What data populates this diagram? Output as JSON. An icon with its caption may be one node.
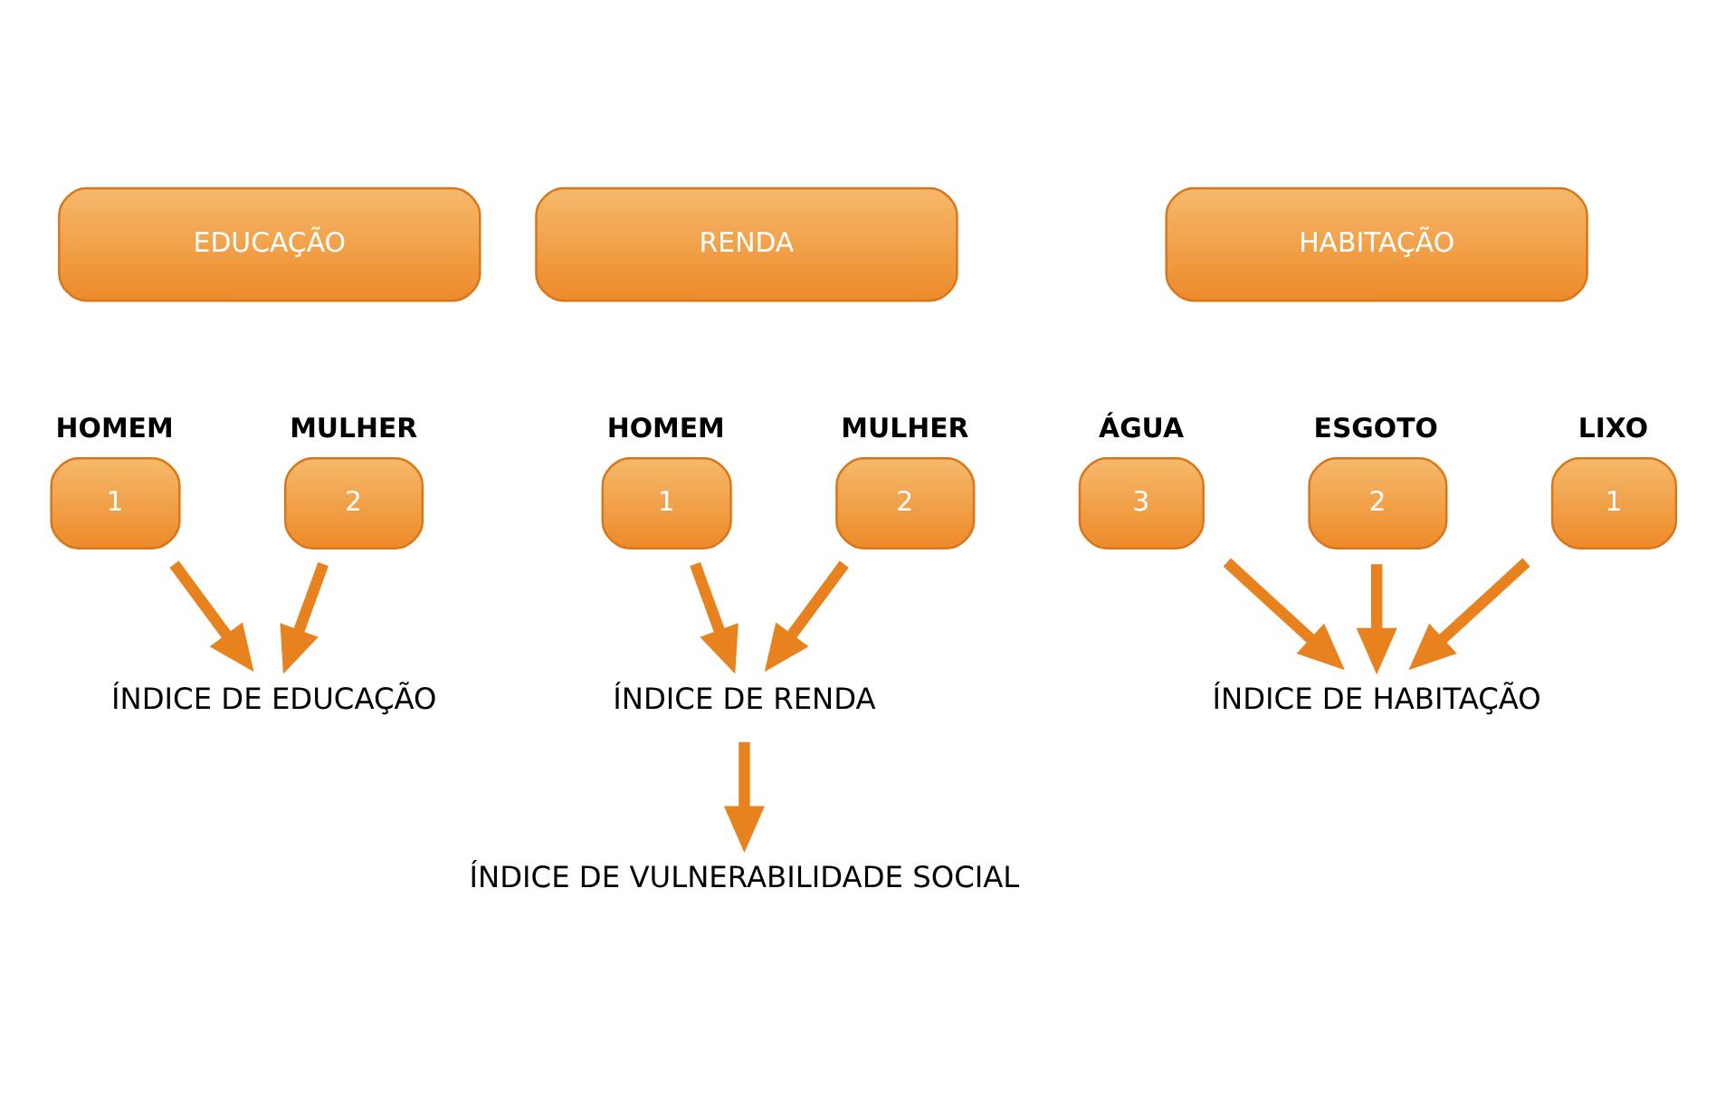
{
  "diagram": {
    "nodes": [
      {
        "text": [
          "EDUCAÇÃO"
        ]
      },
      {
        "text": [
          "RENDA"
        ]
      },
      {
        "text": [
          "HABITAÇÃO"
        ]
      },
      {
        "text": [
          "1"
        ],
        "beside": [
          "HOMEM"
        ]
      },
      {
        "text": [
          "2"
        ],
        "beside": [
          "MULHER"
        ]
      },
      {
        "text": [
          "1"
        ],
        "beside": [
          "HOMEM"
        ]
      },
      {
        "text": [
          "2"
        ],
        "beside": [
          "MULHER"
        ]
      },
      {
        "text": [
          "3"
        ],
        "beside": [
          "ÁGUA"
        ]
      },
      {
        "text": [
          "2"
        ],
        "beside": [
          "ESGOTO"
        ]
      },
      {
        "text": [
          "1"
        ],
        "beside": [
          "LIXO"
        ]
      },
      {
        "text": [
          "ÍNDICE DE EDUCAÇÃO"
        ]
      },
      {
        "text": [
          "ÍNDICE DE RENDA"
        ]
      },
      {
        "text": [
          "ÍNDICE DE HABITAÇÃO"
        ]
      },
      {
        "text": [
          "ÍNDICE DE VULNERABILIDADE SOCIAL"
        ]
      }
    ],
    "edges": [
      {
        "from": 3,
        "to": 10,
        "arrow": "to"
      },
      {
        "from": 4,
        "to": 10,
        "arrow": "to"
      },
      {
        "from": 5,
        "to": 11,
        "arrow": "to"
      },
      {
        "from": 6,
        "to": 11,
        "arrow": "to"
      },
      {
        "from": 7,
        "to": 12,
        "arrow": "to"
      },
      {
        "from": 8,
        "to": 12,
        "arrow": "to"
      },
      {
        "from": 9,
        "to": 12,
        "arrow": "to"
      },
      {
        "from": 11,
        "to": 13,
        "arrow": "to"
      }
    ]
  }
}
